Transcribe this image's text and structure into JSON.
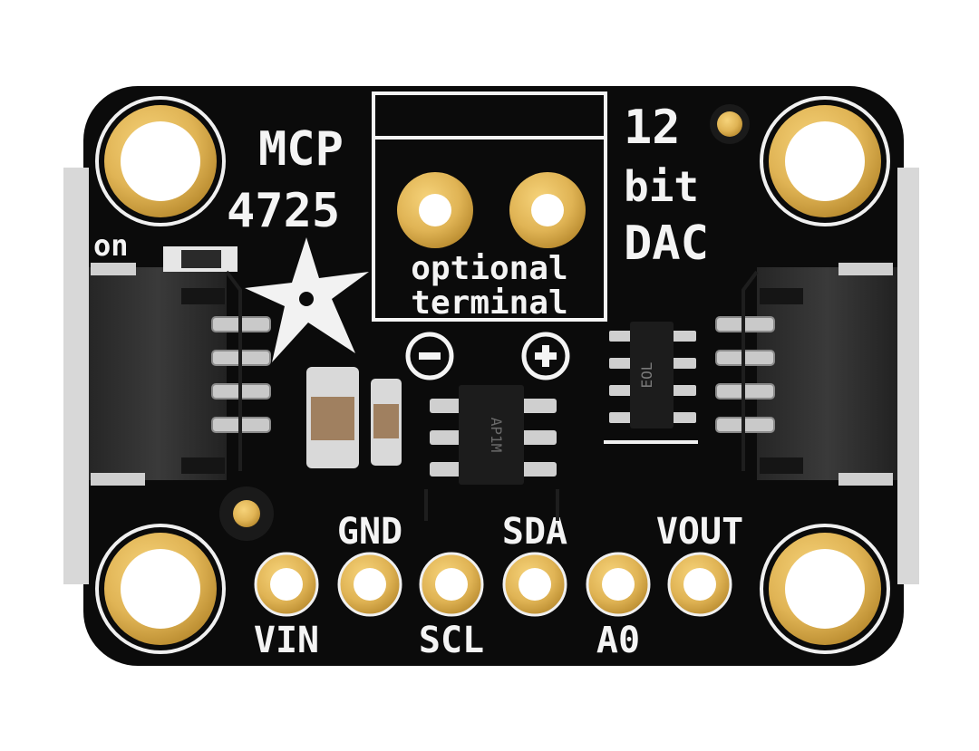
{
  "board": {
    "chip_name_line1": "MCP",
    "chip_name_line2": "4725",
    "resolution_line1": "12",
    "resolution_line2": "bit",
    "resolution_line3": "DAC",
    "power_led_label": "on",
    "terminal_label_line1": "optional",
    "terminal_label_line2": "terminal",
    "polarity_minus": "⊖",
    "polarity_plus": "⊕",
    "ic_marking_main": "AP1M",
    "ic_marking_regulator": "EOL"
  },
  "pins": {
    "top_row": [
      "GND",
      "SDA",
      "VOUT"
    ],
    "bottom_row": [
      "VIN",
      "SCL",
      "A0"
    ]
  },
  "colors": {
    "pcb": "#0b0b0b",
    "gold_plating": "#e0b455",
    "silkscreen": "#f4f4f4",
    "connector": "#2e2e2e"
  }
}
